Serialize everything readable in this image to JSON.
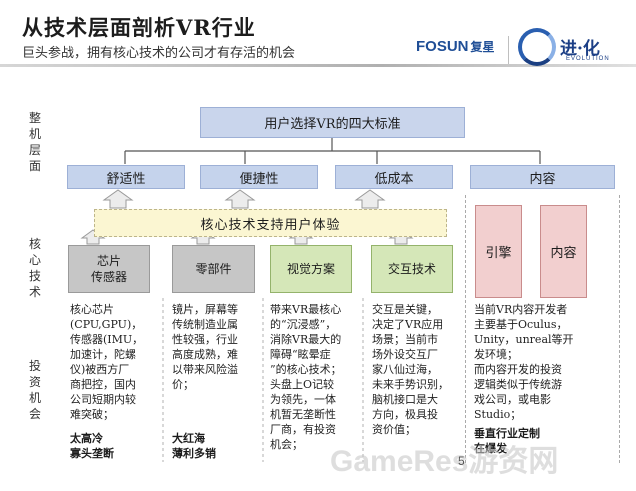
{
  "header": {
    "title": "从技术层面剖析VR行业",
    "subtitle": "巨头参战，拥有核心技术的公司才有存活的机会"
  },
  "logos": {
    "fosun": "FOSUN",
    "fosun_cn": "复星",
    "evolution": "进·化",
    "evolution_sub": "EVOLUTION"
  },
  "side_labels": {
    "whole": "整机层面",
    "core": "核心技术",
    "invest": "投资机会"
  },
  "diagram": {
    "top": "用户选择VR的四大标准",
    "standards": [
      "舒适性",
      "便捷性",
      "低成本",
      "内容"
    ],
    "core_banner": "核心技术支持用户体验",
    "tech": [
      "芯片传感器",
      "零部件",
      "视觉方案",
      "交互技术"
    ],
    "tech_lines": [
      [
        "芯片",
        "传感器"
      ],
      [
        "零部件"
      ],
      [
        "视觉方案"
      ],
      [
        "交互技术"
      ]
    ],
    "content": [
      "引擎",
      "内容"
    ]
  },
  "descriptions": {
    "chip": [
      "核心芯片",
      "(CPU,GPU)，",
      "传感器(IMU，",
      "加速计，陀螺",
      "仪)被西方厂",
      "商把控，国内",
      "公司短期内较",
      "难突破；"
    ],
    "parts": [
      "镜片，屏幕等",
      "传统制造业属",
      "性较强，行业",
      "高度成熟，难",
      "以带来风险溢",
      "价；"
    ],
    "vision": [
      "带来VR最核心",
      "的“沉浸感”，",
      "消除VR最大的",
      "障碍“眩晕症",
      "”的核心技术；",
      "头盘上O记较",
      "为领先，一体",
      "机暂无垄断性",
      "厂商，有投资",
      "机会；"
    ],
    "interaction": [
      "交互是关键，",
      "决定了VR应用",
      "场景；当前市",
      "场外设交互厂",
      "家八仙过海，",
      "未来手势识别，",
      "脑机接口是大",
      "方向，极具投",
      "资价值；"
    ],
    "content": [
      "当前VR内容开发者",
      "主要基于Oculus，",
      "Unity，unreal等开",
      "发环境；",
      "而内容开发的投资",
      "逻辑类似于传统游",
      "戏公司，或电影",
      "Studio；"
    ]
  },
  "investments": {
    "chip": [
      "太高冷",
      "寡头垄断"
    ],
    "parts": [
      "大红海",
      "薄利多销"
    ],
    "content": [
      "垂直行业定制",
      "在爆发"
    ]
  },
  "page_number": "5",
  "watermark": "GameRes游资网"
}
